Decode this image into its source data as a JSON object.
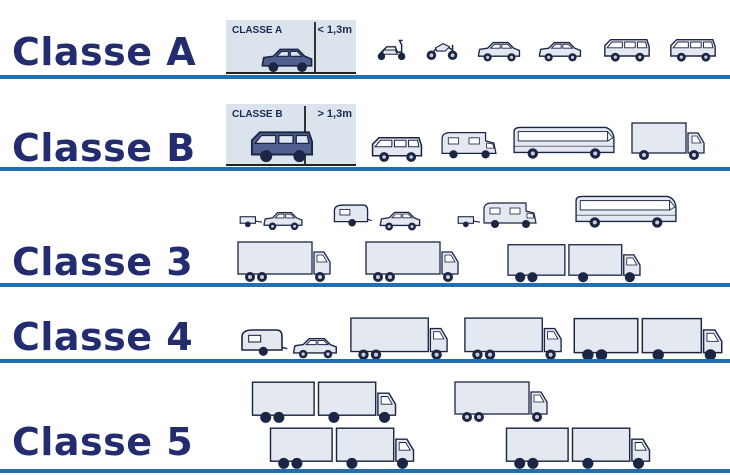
{
  "classes": [
    {
      "label": "Classe A"
    },
    {
      "label": "Classe B"
    },
    {
      "label": "Classe 3"
    },
    {
      "label": "Classe 4"
    },
    {
      "label": "Classe 5"
    }
  ],
  "gauges": [
    {
      "title": "CLASSE A",
      "value": "< 1,3m"
    },
    {
      "title": "CLASSE B",
      "value": "> 1,3m"
    }
  ],
  "colors": {
    "label": "#232c6f",
    "rule": "#1f6fb2",
    "vehicle_body": "#dfe5ee",
    "vehicle_outline": "#1b2544",
    "gauge_bg": "#dbe3ec",
    "gauge_car": "#4f5f8f"
  },
  "icons": [
    "scooter-icon",
    "motorcycle-icon",
    "car-icon",
    "van-icon",
    "campervan-icon",
    "bus-icon",
    "truck-icon",
    "car-trailer-icon",
    "car-caravan-icon",
    "road-train-icon"
  ]
}
